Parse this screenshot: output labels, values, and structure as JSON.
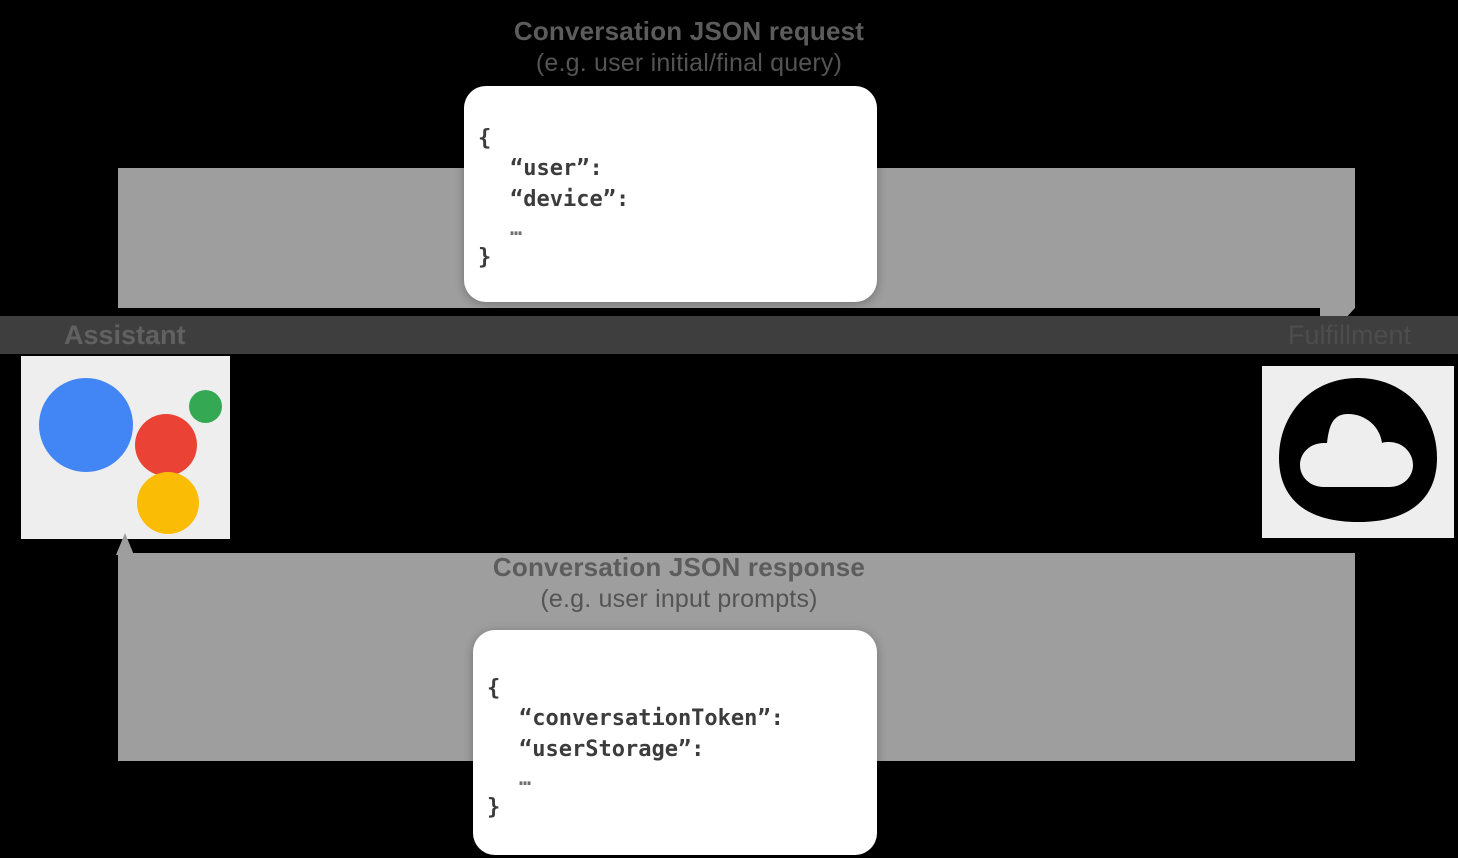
{
  "diagram": {
    "title_top": {
      "line1": "Conversation JSON request",
      "line2": "(e.g. user initial/final query)"
    },
    "title_bottom": {
      "line1": "Conversation JSON response",
      "line2": "(e.g. user input prompts)"
    },
    "nodes": {
      "left": {
        "label": "Assistant",
        "icon": "google-assistant-icon"
      },
      "right": {
        "label": "Fulfillment",
        "icon": "cloud-icon"
      }
    },
    "request_payload": {
      "open_brace": "{",
      "fields": [
        "“user”:",
        "“device”:"
      ],
      "ellipsis": "…",
      "close_brace": "}"
    },
    "response_payload": {
      "open_brace": "{",
      "fields": [
        "“conversationToken”:",
        "“userStorage”:"
      ],
      "ellipsis": "…",
      "close_brace": "}"
    },
    "colors": {
      "background": "#000000",
      "band": "#9e9e9e",
      "mid_strip": "#3e3e3e",
      "card": "#ffffff",
      "icon_tile": "#eeeeee",
      "assistant_blue": "#4285F4",
      "assistant_red": "#EA4335",
      "assistant_green": "#34A853",
      "assistant_yellow": "#FBBC05"
    }
  }
}
